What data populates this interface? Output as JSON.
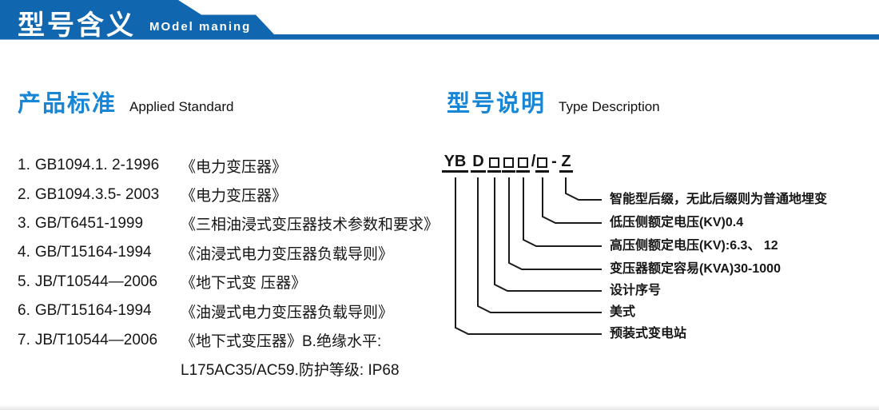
{
  "banner": {
    "title": "型号含义",
    "subtitle": "MOdel maning"
  },
  "left": {
    "heading": {
      "zh": "产品标准",
      "en": "Applied Standard"
    },
    "standards": [
      {
        "num": "1.",
        "code": "GB1094.1. 2-1996",
        "title": "《电力变压器》"
      },
      {
        "num": "2.",
        "code": "GB1094.3.5- 2003",
        "title": "《电力变压器》"
      },
      {
        "num": "3.",
        "code": "GB/T6451-1999",
        "title": "《三相油浸式变压器技术参数和要求》"
      },
      {
        "num": "4.",
        "code": "GB/T15164-1994",
        "title": "《油浸式电力变压器负载导则》"
      },
      {
        "num": "5.",
        "code": "JB/T10544—2006",
        "title": "《地下式变 压器》"
      },
      {
        "num": "6.",
        "code": "GB/T15164-1994",
        "title": "《油漫式电力变压器负载导则》"
      },
      {
        "num": "7.",
        "code": "JB/T10544—2006",
        "title": "《地下式变压器》B.绝缘水平:"
      }
    ],
    "continuation": "L175AC35/AC59.防护等级: IP68"
  },
  "right": {
    "heading": {
      "zh": "型号说明",
      "en": "Type Description"
    },
    "code": {
      "yb": "YB",
      "d": "D",
      "slash": "/",
      "dash": "-",
      "z": "Z"
    },
    "labels": [
      "智能型后缀，无此后缀则为普通地埋变",
      "低压侧额定电压(KV)0.4",
      "高压侧额定电压(KV):6.3、 12",
      "变压器额定容易(KVA)30-1000",
      "设计序号",
      "美式",
      "预装式变电站"
    ]
  },
  "colors": {
    "banner_blue": "#1166b0",
    "heading_blue": "#1786d6",
    "text_dark": "#161616",
    "connector": "#1a1a1a"
  }
}
